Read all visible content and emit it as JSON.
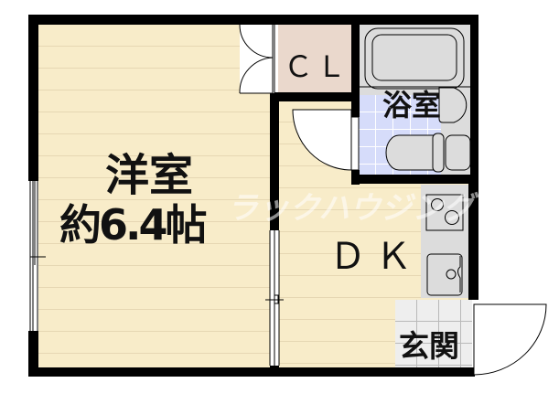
{
  "floor_plan": {
    "rooms": {
      "western_room": {
        "name": "洋室",
        "size": "約6.4帖"
      },
      "closet": {
        "name": "ＣＬ"
      },
      "bathroom": {
        "name": "浴室"
      },
      "dining_kitchen": {
        "name": "ＤＫ"
      },
      "entrance": {
        "name": "玄関"
      }
    },
    "watermark": "ラックハウジング",
    "colors": {
      "wood_floor": "#f8ecc9",
      "closet_floor": "#ead8cc",
      "bath_tile": "#d6dcfa",
      "fixture_gray": "#dcdcdc",
      "entrance_tile": "#eeeeee",
      "wall": "#000000"
    }
  }
}
